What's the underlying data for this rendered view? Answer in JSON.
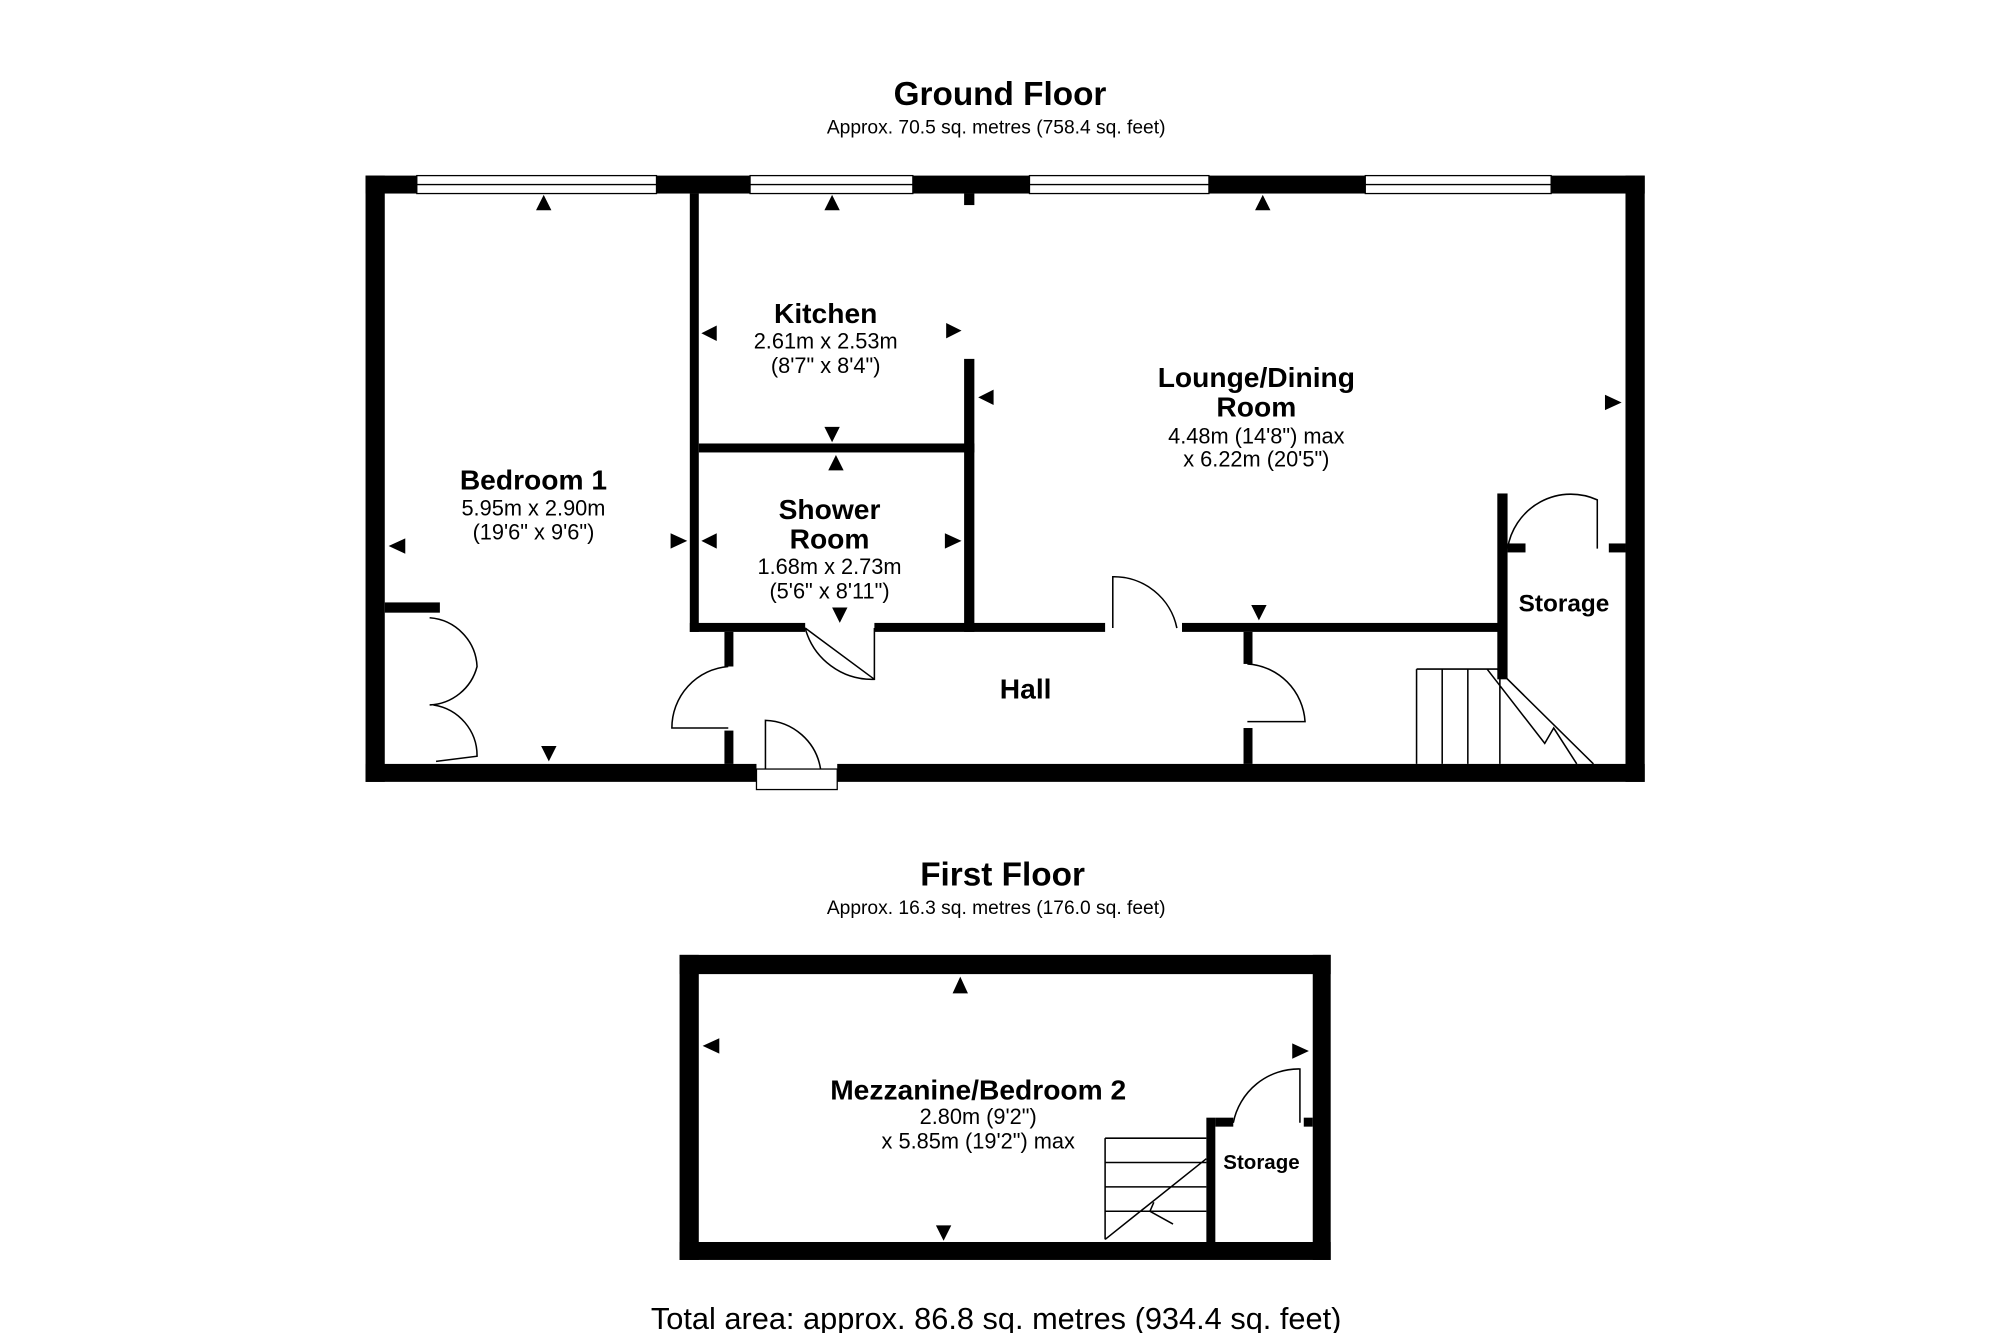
{
  "ground_floor": {
    "title": "Ground Floor",
    "area": "Approx. 70.5 sq. metres (758.4 sq. feet)",
    "rooms": {
      "kitchen": {
        "name": "Kitchen",
        "dim1": "2.61m x 2.53m",
        "dim2": "(8'7\" x 8'4\")"
      },
      "lounge": {
        "name1": "Lounge/Dining",
        "name2": "Room",
        "dim1": "4.48m (14'8\") max",
        "dim2": "x 6.22m (20'5\")"
      },
      "bedroom1": {
        "name": "Bedroom 1",
        "dim1": "5.95m x 2.90m",
        "dim2": "(19'6\" x 9'6\")"
      },
      "shower": {
        "name1": "Shower",
        "name2": "Room",
        "dim1": "1.68m x 2.73m",
        "dim2": "(5'6\" x 8'11\")"
      },
      "storage": {
        "name": "Storage"
      },
      "hall": {
        "name": "Hall"
      }
    }
  },
  "first_floor": {
    "title": "First Floor",
    "area": "Approx. 16.3 sq. metres (176.0 sq. feet)",
    "rooms": {
      "mezzanine": {
        "name": "Mezzanine/Bedroom 2",
        "dim1": "2.80m (9'2\")",
        "dim2": "x 5.85m (19'2\") max"
      },
      "storage": {
        "name": "Storage"
      }
    }
  },
  "total_area": "Total area: approx. 86.8 sq. metres (934.4 sq. feet)"
}
